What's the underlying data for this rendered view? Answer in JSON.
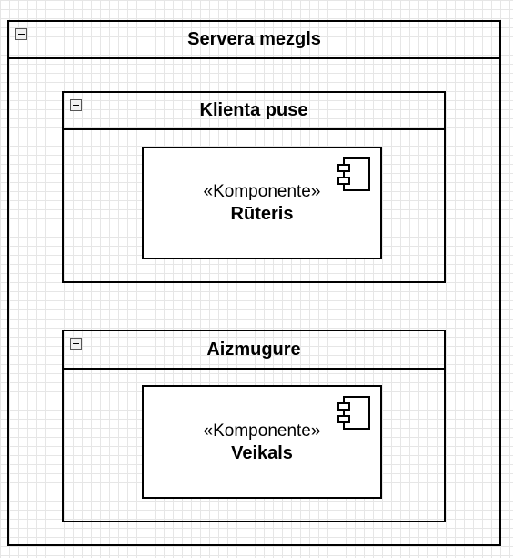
{
  "server_node": {
    "title": "Servera mezgls"
  },
  "client_side": {
    "title": "Klienta puse",
    "component": {
      "stereotype": "«Komponente»",
      "name": "Rūteris"
    }
  },
  "backend": {
    "title": "Aizmugure",
    "component": {
      "stereotype": "«Komponente»",
      "name": "Veikals"
    }
  },
  "icons": {
    "collapse": "collapse-minus-icon",
    "component": "uml-component-icon"
  }
}
